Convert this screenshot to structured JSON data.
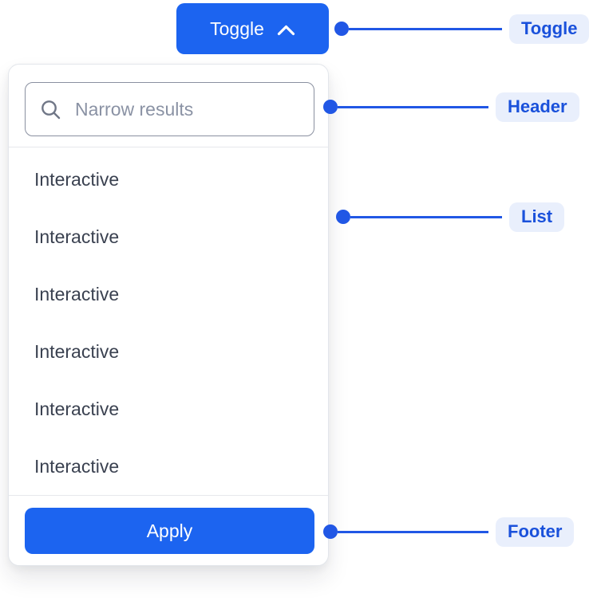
{
  "toggle_button": {
    "label": "Toggle"
  },
  "panel": {
    "search": {
      "placeholder": "Narrow results"
    },
    "items": [
      "Interactive",
      "Interactive",
      "Interactive",
      "Interactive",
      "Interactive",
      "Interactive"
    ],
    "apply_label": "Apply"
  },
  "annotations": {
    "toggle": "Toggle",
    "header": "Header",
    "list": "List",
    "footer": "Footer"
  },
  "colors": {
    "accent": "#1C64F0",
    "annotation_line": "#2157E5",
    "annotation_text": "#1A51DB",
    "annotation_bg": "#E9EFFC",
    "list_text": "#3A4150",
    "placeholder_text": "#8A92A4",
    "panel_border": "#E3E6EB",
    "search_border": "#8A90A0"
  }
}
